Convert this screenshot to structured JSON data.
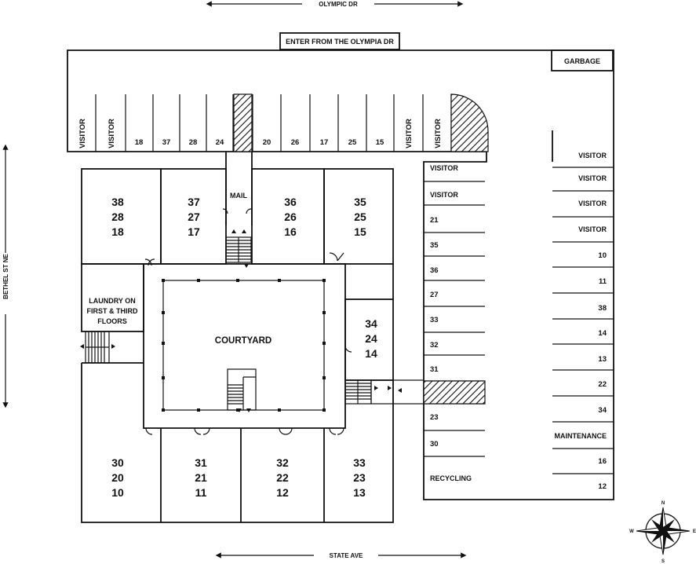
{
  "streets": {
    "north": "OLYMPIC DR",
    "south": "STATE AVE",
    "west": "BETHEL ST NE"
  },
  "entrance_label": "ENTER FROM THE OLYMPIA DR",
  "garbage_label": "GARBAGE",
  "top_row_slots": [
    "VISITOR",
    "VISITOR",
    "18",
    "37",
    "28",
    "24",
    "",
    "20",
    "26",
    "17",
    "25",
    "15",
    "VISITOR",
    "VISITOR"
  ],
  "middle_column_slots": [
    "VISITOR",
    "VISITOR",
    "21",
    "35",
    "36",
    "27",
    "33",
    "32",
    "31",
    "",
    "23",
    "30",
    "RECYCLING"
  ],
  "right_column_slots": [
    "VISITOR",
    "VISITOR",
    "VISITOR",
    "VISITOR",
    "10",
    "11",
    "38",
    "14",
    "13",
    "22",
    "34",
    "MAINTENANCE",
    "16",
    "12"
  ],
  "units": [
    [
      "38",
      "28",
      "18"
    ],
    [
      "37",
      "27",
      "17"
    ],
    [
      "36",
      "26",
      "16"
    ],
    [
      "35",
      "25",
      "15"
    ],
    [
      "34",
      "24",
      "14"
    ],
    [
      "30",
      "20",
      "10"
    ],
    [
      "31",
      "21",
      "11"
    ],
    [
      "32",
      "22",
      "12"
    ],
    [
      "33",
      "23",
      "13"
    ]
  ],
  "mail_label": "MAIL",
  "laundry_label": [
    "LAUNDRY ON",
    "FIRST & THIRD",
    "FLOORS"
  ],
  "courtyard_label": "COURTYARD",
  "compass": {
    "n": "N",
    "s": "S",
    "e": "E",
    "w": "W"
  }
}
